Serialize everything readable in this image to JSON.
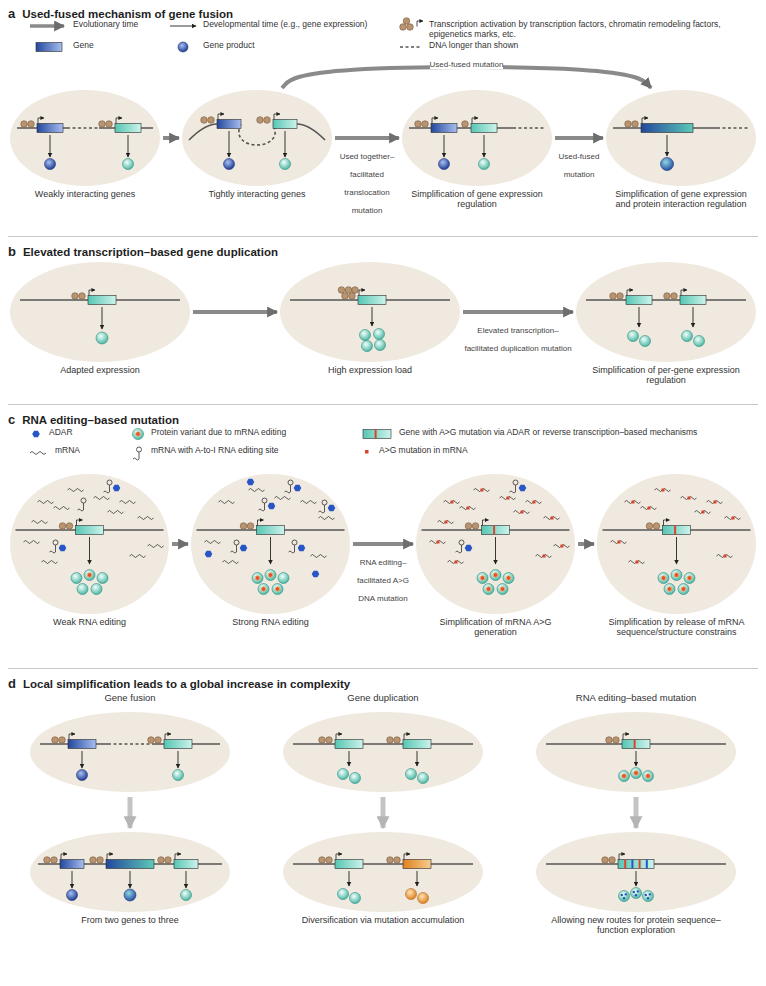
{
  "diagram": {
    "nodes": [
      {
        "text": [
          "a",
          "Used-fused mechanism of gene fusion"
        ]
      },
      {
        "text": [
          "Weakly interacting genes"
        ],
        "in": 0
      },
      {
        "text": [
          "Tightly interacting genes"
        ],
        "in": 0
      },
      {
        "text": [
          "Simplification of gene expression regulation"
        ],
        "in": 0
      },
      {
        "text": [
          "Simplification of gene expression and protein interaction regulation"
        ],
        "in": 0
      },
      {
        "text": [
          "b",
          "Elevated transcription–based gene duplication"
        ]
      },
      {
        "text": [
          "Adapted expression"
        ],
        "in": 5
      },
      {
        "text": [
          "High expression load"
        ],
        "in": 5
      },
      {
        "text": [
          "Simplification of per-gene expression regulation"
        ],
        "in": 5
      },
      {
        "text": [
          "c",
          "RNA editing–based mutation"
        ]
      },
      {
        "text": [
          "Weak RNA editing"
        ],
        "in": 9
      },
      {
        "text": [
          "Strong RNA editing"
        ],
        "in": 9
      },
      {
        "text": [
          "Simplification of mRNA A>G generation"
        ],
        "in": 9
      },
      {
        "text": [
          "Simplification by release of mRNA sequence/structure constrains"
        ],
        "in": 9
      },
      {
        "text": [
          "d",
          "Local simplification leads to a global increase in complexity"
        ]
      },
      {
        "text": [
          "Gene fusion"
        ],
        "in": 14
      },
      {
        "text": [
          "From two genes to three"
        ],
        "in": 15
      },
      {
        "text": [
          "Gene duplication"
        ],
        "in": 14
      },
      {
        "text": [
          "Diversification via mutation accumulation"
        ],
        "in": 17
      },
      {
        "text": [
          "RNA editing–based mutation"
        ],
        "in": 14
      },
      {
        "text": [
          "Allowing new routes for protein sequence–function exploration"
        ],
        "in": 19
      }
    ],
    "edges": [
      {
        "from": 1,
        "to": 2,
        "arrow": "to"
      },
      {
        "from": 2,
        "to": 3,
        "label": "Used together–facilitated translocation mutation",
        "arrow": "to"
      },
      {
        "from": 3,
        "to": 4,
        "label": "Used-fused mutation",
        "arrow": "to"
      },
      {
        "from": 2,
        "to": 4,
        "label": "Used-fused mutation",
        "arrow": "to"
      },
      {
        "from": 6,
        "to": 7,
        "arrow": "to"
      },
      {
        "from": 7,
        "to": 8,
        "label": "Elevated transcription–facilitated duplication mutation",
        "arrow": "to"
      },
      {
        "from": 10,
        "to": 11,
        "arrow": "to"
      },
      {
        "from": 11,
        "to": 12,
        "label": "RNA editing–facilitated A>G DNA mutation",
        "arrow": "to"
      },
      {
        "from": 12,
        "to": 13,
        "arrow": "to"
      }
    ],
    "legend": [
      {
        "text": "Evolutionary time"
      },
      {
        "text": "Developmental time (e.g., gene expression)"
      },
      {
        "text": "Transcription activation by transcription factors, chromatin remodeling factors, epigenetics marks, etc."
      },
      {
        "text": "Gene"
      },
      {
        "text": "Gene product"
      },
      {
        "text": "DNA longer than shown"
      },
      {
        "text": "ADAR"
      },
      {
        "text": "Protein variant due to mRNA editing"
      },
      {
        "text": "Gene with A>G mutation via ADAR or reverse transcription–based mechanisms"
      },
      {
        "text": "mRNA"
      },
      {
        "text": "mRNA with A-to-I RNA editing site"
      },
      {
        "text": "A>G mutation in mRNA"
      }
    ]
  }
}
